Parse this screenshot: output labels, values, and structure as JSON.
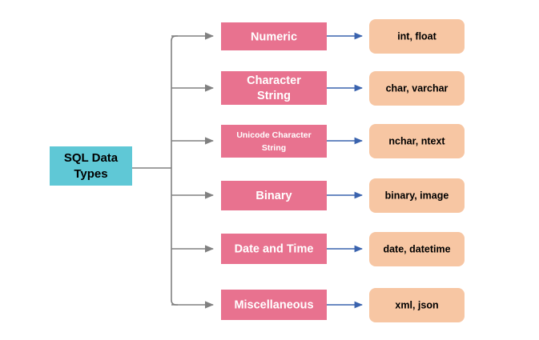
{
  "diagram": {
    "title": "SQL Data Types",
    "type": "tree-flowchart",
    "background_color": "#FFFFFF",
    "colors": {
      "root_fill": "#5FC8D6",
      "root_text": "#000000",
      "category_fill": "#E8728F",
      "category_text": "#FFFFFF",
      "example_fill": "#F7C6A3",
      "example_text": "#000000",
      "trunk_line": "#808080",
      "example_arrow": "#3A63AE"
    },
    "root": {
      "label_line1": "SQL Data",
      "label_line2": "Types"
    },
    "categories": [
      {
        "label": "Numeric",
        "label_line1": "Numeric",
        "label_line2": "",
        "small_text": false,
        "example": "int, float"
      },
      {
        "label": "Character String",
        "label_line1": "Character",
        "label_line2": "String",
        "small_text": false,
        "example": "char, varchar"
      },
      {
        "label": "Unicode Character String",
        "label_line1": "Unicode Character",
        "label_line2": "String",
        "small_text": true,
        "example": "nchar, ntext"
      },
      {
        "label": "Binary",
        "label_line1": "Binary",
        "label_line2": "",
        "small_text": false,
        "example": "binary, image"
      },
      {
        "label": "Date and Time",
        "label_line1": "Date and Time",
        "label_line2": "",
        "small_text": false,
        "example": "date, datetime"
      },
      {
        "label": "Miscellaneous",
        "label_line1": "Miscellaneous",
        "label_line2": "",
        "small_text": false,
        "example": "xml, json"
      }
    ]
  }
}
